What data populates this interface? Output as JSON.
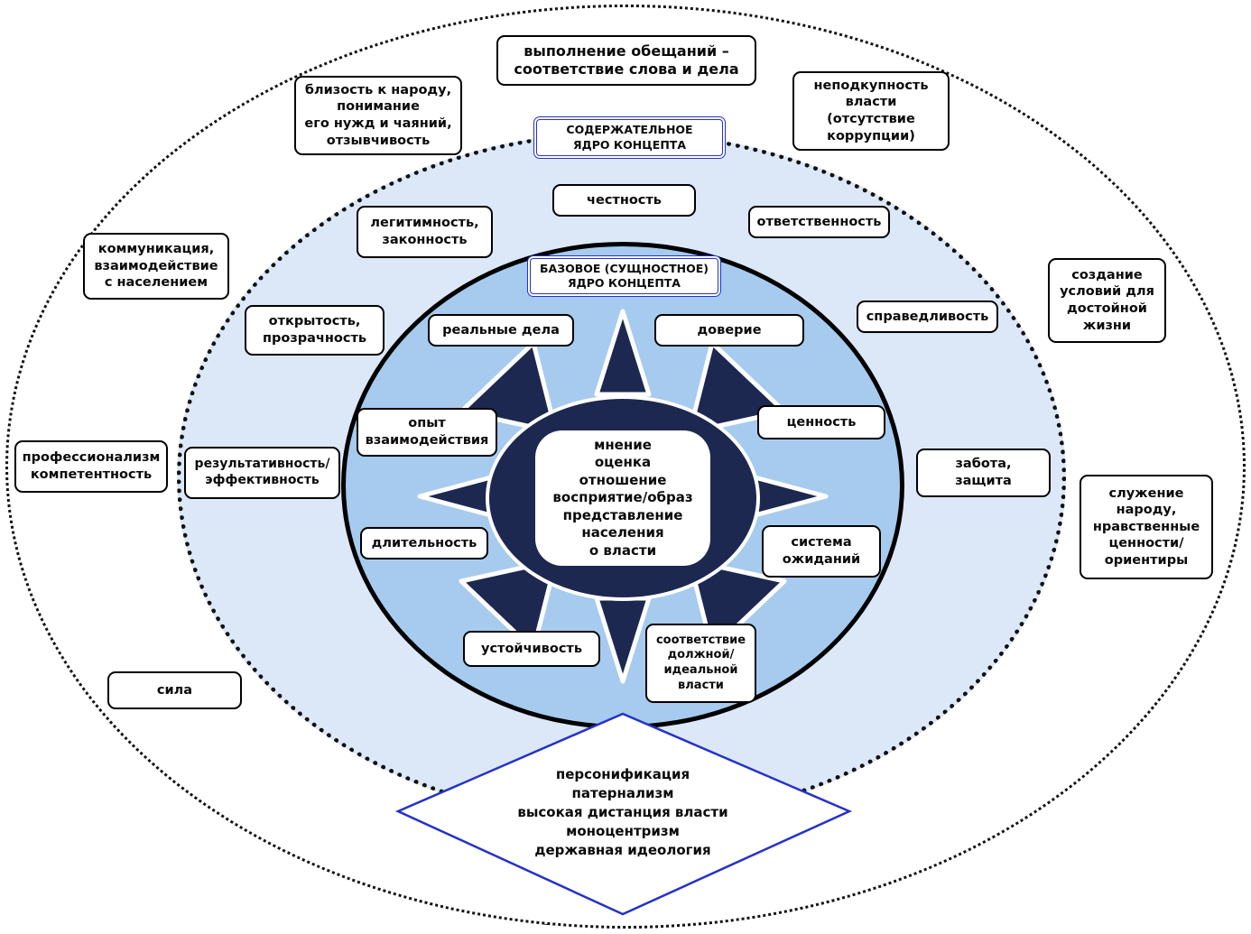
{
  "colors": {
    "accent-blue": "#2531c8",
    "middle-fill": "#dce8f8",
    "inner-fill": "#a6cbee",
    "sun-navy": "#1c2850"
  },
  "outer_labels": {
    "promise": "выполнение обещаний –\nсоответствие слова и дела",
    "closeness": "близость к народу,\nпонимание\nего нужд и чаяний,\nотзывчивость",
    "incorruptibility": "неподкупность\nвласти\n(отсутствие\nкоррупции)",
    "communication": "коммуникация,\nвзаимодействие\nс населением",
    "conditions": "создание\nусловий для\nдостойной\nжизни",
    "professionalism": "профессионализм\nкомпетентность",
    "service": "служение\nнароду,\nнравственные\nценности/\nориентиры",
    "strength": "сила"
  },
  "middle_ring": {
    "core_label": "СОДЕРЖАТЕЛЬНОЕ\nЯДРО КОНЦЕПТА",
    "honesty": "честность",
    "legitimacy": "легитимность,\nзаконность",
    "responsibility": "ответственность",
    "openness": "открытость,\nпрозрачность",
    "justice": "справедливость",
    "effectiveness": "результативность/\nэффективность",
    "care": "забота,\nзащита"
  },
  "inner_circle": {
    "core_label": "БАЗОВОЕ (СУЩНОСТНОЕ)\nЯДРО КОНЦЕПТА",
    "real_deeds": "реальные дела",
    "trust": "доверие",
    "interaction_experience": "опыт\nвзаимодействия",
    "value": "ценность",
    "duration": "длительность",
    "expectations": "система\nожиданий",
    "stability": "устойчивость",
    "correspondence": "соответствие\nдолжной/\nидеальной\nвласти",
    "center": "мнение\nоценка\nотношение\nвосприятие/образ\nпредставление\nнаселения\nо власти"
  },
  "diamond": "персонификация\nпатернализм\nвысокая дистанция власти\nмоноцентризм\nдержавная идеология"
}
